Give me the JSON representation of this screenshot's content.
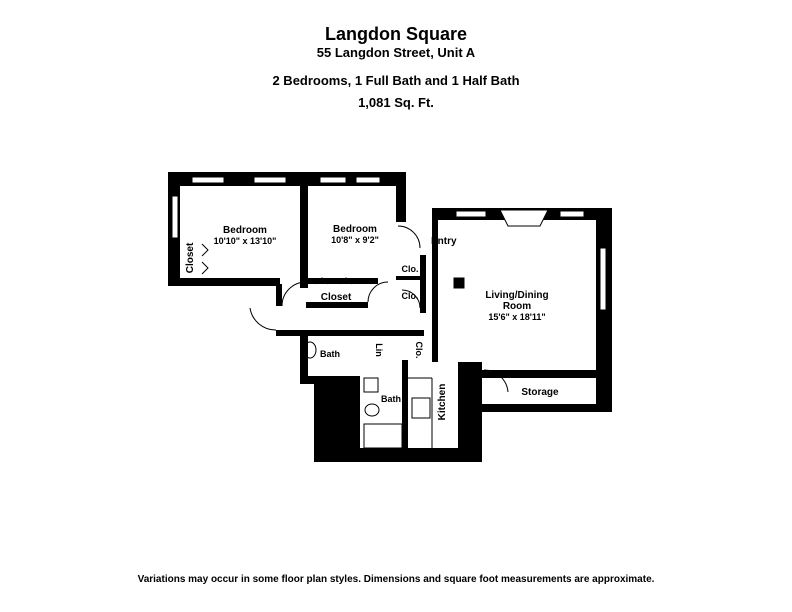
{
  "header": {
    "title": "Langdon Square",
    "address": "55 Langdon Street, Unit A",
    "rooms": "2 Bedrooms, 1 Full Bath and 1 Half Bath",
    "sqft": "1,081 Sq. Ft."
  },
  "plan": {
    "bedroom1": {
      "label": "Bedroom",
      "dims": "10'10\" x 13'10\""
    },
    "bedroom2": {
      "label": "Bedroom",
      "dims": "10'8\" x 9'2\""
    },
    "living": {
      "label1": "Living/Dining",
      "label2": "Room",
      "dims": "15'6\" x 18'11\""
    },
    "entry": "Entry",
    "closet_b1": "Closet",
    "closet_b2": "Closet",
    "clo1": "Clo.",
    "clo2": "Clo.",
    "clo3": "Clo.",
    "lin": "Lin",
    "half_bath": "Bath",
    "full_bath": "Bath",
    "kitchen": "Kitchen",
    "storage": "Storage"
  },
  "footer": {
    "disclaimer": "Variations may occur in some floor plan styles. Dimensions and square foot measurements are approximate."
  }
}
